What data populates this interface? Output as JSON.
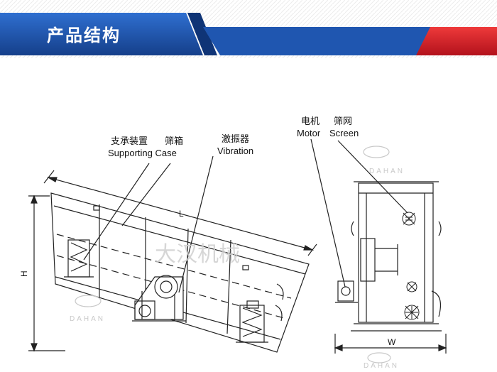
{
  "header": {
    "title": "产品结构",
    "colors": {
      "primary_blue": "#1f56b0",
      "accent_red": "#d9202b"
    }
  },
  "diagram": {
    "labels": {
      "support_cn": "支承装置",
      "sieve_box_cn": "筛箱",
      "support_box_en": "Supporting Case",
      "vibrator_cn": "激振器",
      "vibrator_en": "Vibration",
      "motor_cn": "电机",
      "motor_en": "Motor",
      "screen_cn": "筛网",
      "screen_en": "Screen",
      "dim_length": "L",
      "dim_height": "H",
      "dim_width": "W"
    },
    "watermark": {
      "brand_cn": "大汉机械",
      "brand_en": "DAHAN"
    }
  }
}
